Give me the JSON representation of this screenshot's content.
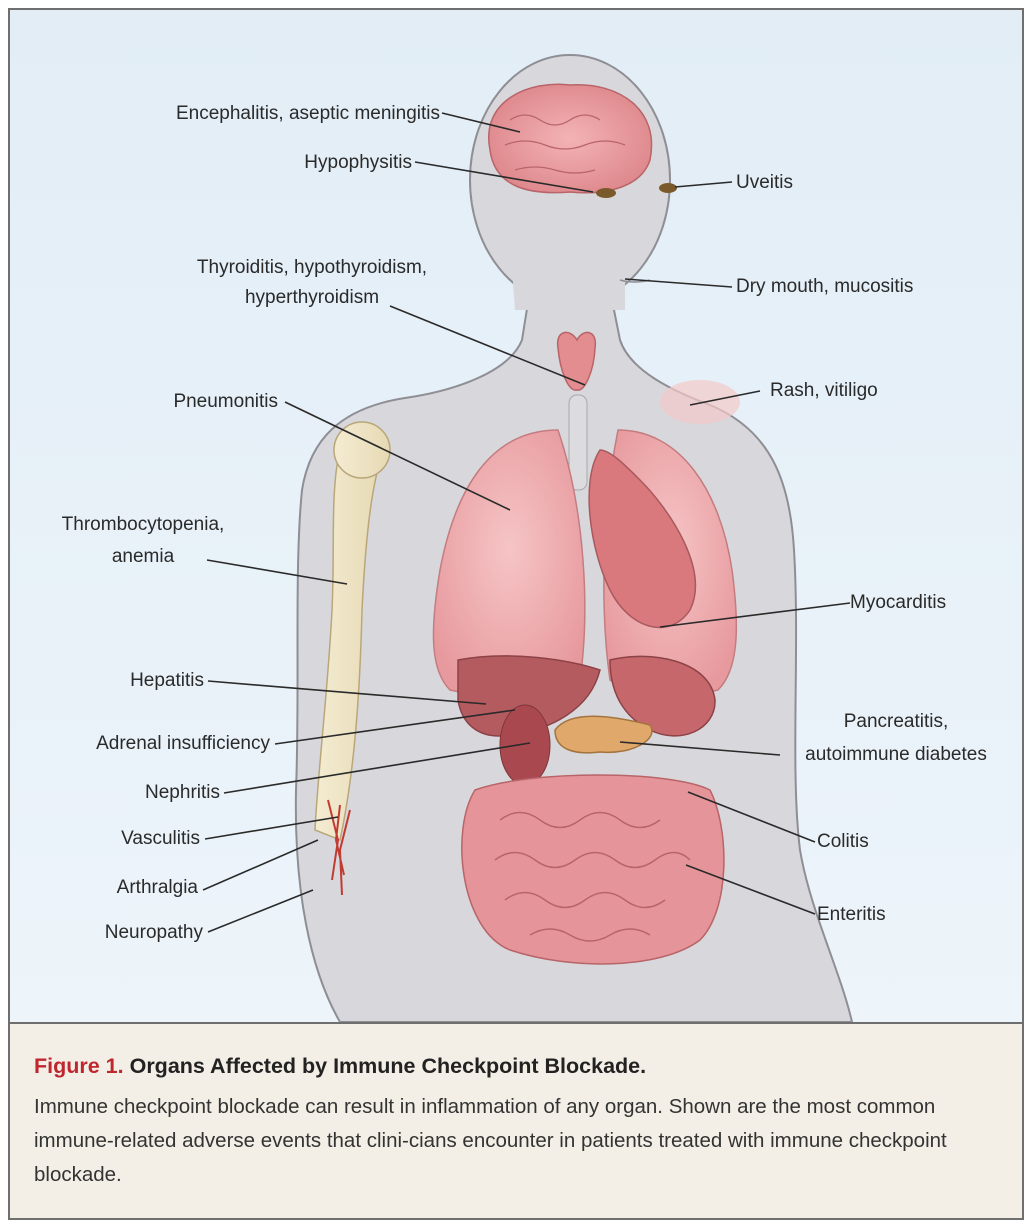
{
  "labels": {
    "encephalitis": "Encephalitis, aseptic meningitis",
    "hypophysitis": "Hypophysitis",
    "uveitis": "Uveitis",
    "thyroiditis_1": "Thyroiditis, hypothyroidism,",
    "thyroiditis_2": "hyperthyroidism",
    "dry_mouth": "Dry mouth, mucositis",
    "rash": "Rash, vitiligo",
    "pneumonitis": "Pneumonitis",
    "thrombocytopenia_1": "Thrombocytopenia,",
    "thrombocytopenia_2": "anemia",
    "myocarditis": "Myocarditis",
    "hepatitis": "Hepatitis",
    "adrenal": "Adrenal insufficiency",
    "pancreatitis_1": "Pancreatitis,",
    "pancreatitis_2": "autoimmune diabetes",
    "nephritis": "Nephritis",
    "vasculitis": "Vasculitis",
    "colitis": "Colitis",
    "arthralgia": "Arthralgia",
    "enteritis": "Enteritis",
    "neuropathy": "Neuropathy"
  },
  "caption": {
    "figure_number": "Figure 1.",
    "title": "Organs Affected by Immune Checkpoint Blockade.",
    "body": "Immune checkpoint blockade can result in inflammation of any organ. Shown are the most common immune-related adverse events that clini-cians encounter in patients treated with immune checkpoint blockade."
  },
  "colors": {
    "background": "#e6eff7",
    "skin": "#d9d9dd",
    "organ": "#e9a0a3",
    "figure_number": "#c0262e",
    "caption_background": "#f3efe6"
  }
}
